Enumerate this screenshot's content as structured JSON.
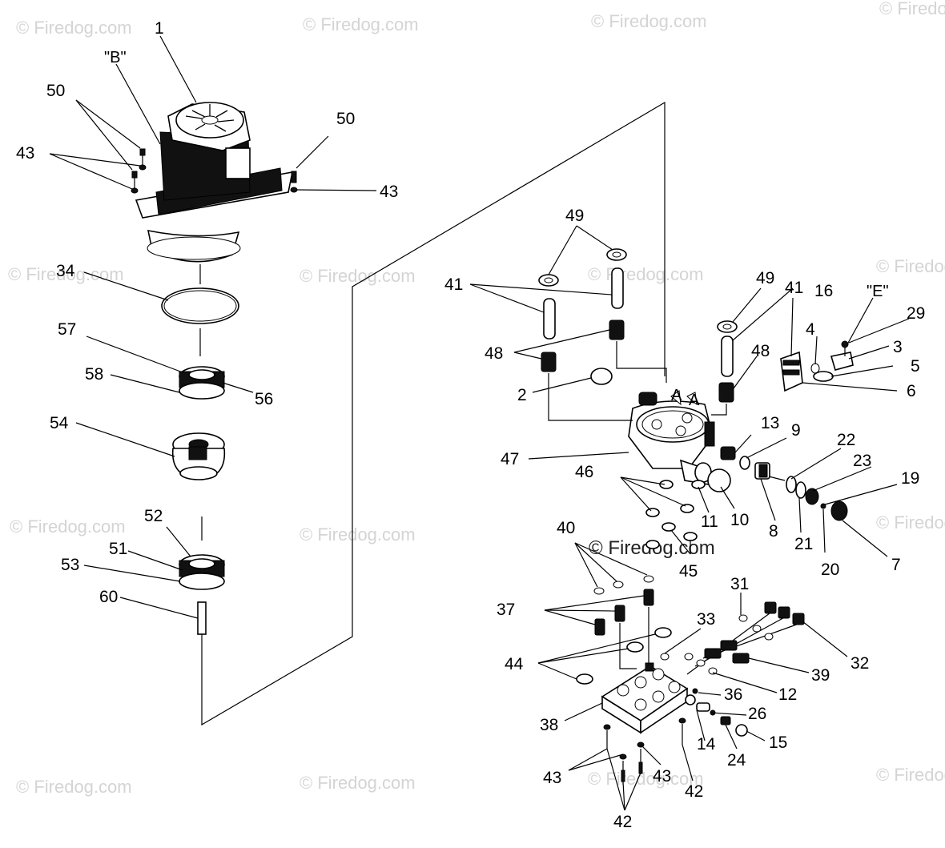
{
  "watermark": {
    "text": "© Firedog.com"
  },
  "callouts": {
    "c1": "1",
    "cB": "\"B\"",
    "c50a": "50",
    "c50b": "50",
    "c43a": "43",
    "c43b": "43",
    "c34": "34",
    "c57": "57",
    "c58": "58",
    "c56": "56",
    "c54": "54",
    "c52": "52",
    "c51": "51",
    "c53": "53",
    "c60": "60",
    "c49a": "49",
    "c49b": "49",
    "c41a": "41",
    "c41b": "41",
    "c48a": "48",
    "c48b": "48",
    "c2": "2",
    "c16": "16",
    "cE": "\"E\"",
    "c29": "29",
    "c4": "4",
    "c3": "3",
    "c5": "5",
    "c6": "6",
    "c47": "47",
    "c13": "13",
    "c9": "9",
    "c22": "22",
    "c23": "23",
    "c19": "19",
    "c46": "46",
    "c11": "11",
    "c10": "10",
    "c8": "8",
    "c21": "21",
    "c20": "20",
    "c7": "7",
    "c45": "45",
    "c40": "40",
    "c37": "37",
    "c31": "31",
    "c33": "33",
    "c32": "32",
    "c44": "44",
    "c39": "39",
    "c12": "12",
    "c36": "36",
    "c38": "38",
    "c26": "26",
    "c15": "15",
    "c14": "14",
    "c24": "24",
    "c43c": "43",
    "c43d": "43",
    "c42a": "42",
    "c42b": "42",
    "cA1": "A",
    "cA2": "A"
  }
}
